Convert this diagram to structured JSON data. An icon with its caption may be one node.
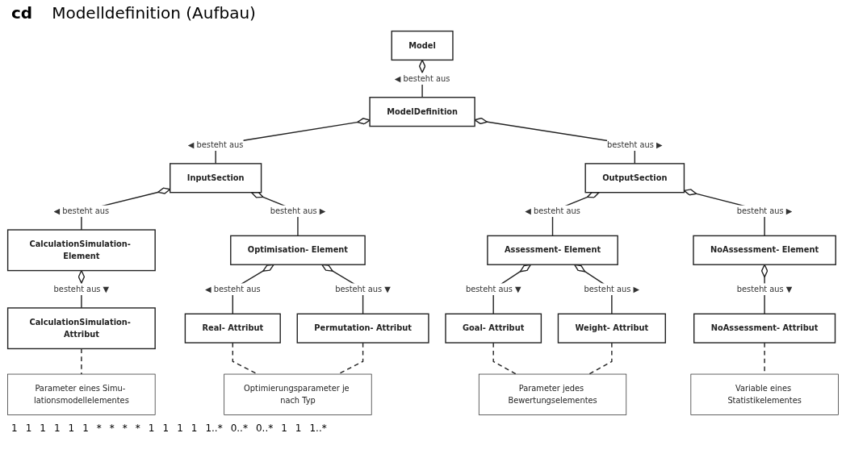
{
  "diagram": {
    "title": "Modelldefinition (Aufbau)",
    "nodes": [
      {
        "text": [
          "ModelDefinition"
        ]
      },
      {
        "text": [
          "Model"
        ]
      },
      {
        "text": [
          "InputSection"
        ]
      },
      {
        "text": [
          "OutputSection"
        ]
      },
      {
        "text": [
          "CalculationSimulation- Element"
        ]
      },
      {
        "text": [
          "Optimisation- Element"
        ]
      },
      {
        "text": [
          "Assessment- Element"
        ]
      },
      {
        "text": [
          "NoAssessment- Element"
        ]
      },
      {
        "text": [
          "CalculationSimulation- Attribut"
        ]
      },
      {
        "text": [
          "Real- Attribut"
        ]
      },
      {
        "text": [
          "Permutation- Attribut"
        ]
      },
      {
        "text": [
          "Goal- Attribut"
        ]
      },
      {
        "text": [
          "Weight- Attribut"
        ]
      },
      {
        "text": [
          "NoAssessment- Attribut"
        ]
      },
      {
        "text": [
          "Parameter eines Simu- lationsmodellelementes"
        ]
      },
      {
        "text": [
          "Optimierungsparameter je nach Typ"
        ]
      },
      {
        "text": [
          "Parameter jedes Bewertungselementes"
        ]
      },
      {
        "text": [
          "Variable eines Statistikelementes"
        ]
      }
    ],
    "edges": [
      {
        "from": 1,
        "to": 0,
        "arrow": "other",
        "label": "◀ besteht aus"
      },
      {
        "from": 0,
        "to": 2,
        "arrow": "other",
        "label": "◀ besteht aus"
      },
      {
        "from": 0,
        "to": 3,
        "arrow": "other",
        "label": "besteht aus ▶"
      },
      {
        "from": 2,
        "to": 4,
        "arrow": "other",
        "label": "◀ besteht aus"
      },
      {
        "from": 2,
        "to": 5,
        "arrow": "other",
        "label": "besteht aus ▶"
      },
      {
        "from": 3,
        "to": 6,
        "arrow": "other",
        "label": "◀ besteht aus"
      },
      {
        "from": 3,
        "to": 7,
        "arrow": "other",
        "label": "besteht aus ▶"
      },
      {
        "from": 4,
        "to": 8,
        "arrow": "other",
        "label": "besteht aus ▼"
      },
      {
        "from": 5,
        "to": 9,
        "arrow": "other",
        "label": "◀ besteht aus"
      },
      {
        "from": 5,
        "to": 10,
        "arrow": "other",
        "label": "besteht aus ▼"
      },
      {
        "from": 6,
        "to": 11,
        "arrow": "other",
        "label": "besteht aus ▼"
      },
      {
        "from": 6,
        "to": 12,
        "arrow": "other",
        "label": "besteht aus ▶"
      },
      {
        "from": 7,
        "to": 13,
        "arrow": "other",
        "label": "besteht aus ▼"
      },
      {
        "from": 8,
        "to": 14,
        "arrow": "none",
        "style": "dashed"
      },
      {
        "from": 9,
        "to": 15,
        "arrow": "none",
        "style": "dashed"
      },
      {
        "from": 10,
        "to": 15,
        "arrow": "none",
        "style": "dashed"
      },
      {
        "from": 11,
        "to": 16,
        "arrow": "none",
        "style": "dashed"
      },
      {
        "from": 12,
        "to": 16,
        "arrow": "none",
        "style": "dashed"
      },
      {
        "from": 13,
        "to": 17,
        "arrow": "none",
        "style": "dashed"
      }
    ],
    "labels": [
      "cd",
      "1",
      "1",
      "1",
      "1",
      "1",
      "1",
      "*",
      "*",
      "*",
      "*",
      "1",
      "1",
      "1",
      "1",
      "1..*",
      "0..*",
      "0..*",
      "1",
      "1",
      "1..*"
    ]
  }
}
